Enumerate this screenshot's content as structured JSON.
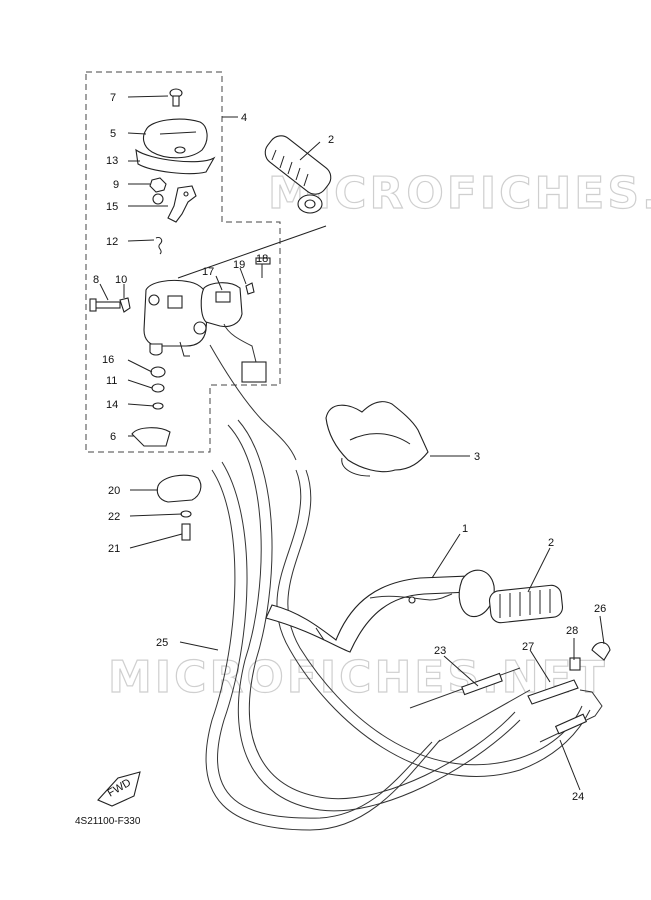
{
  "diagram_code": "4S21100-F330",
  "watermark": "MICROFICHES.NET",
  "fwd_label": "FWD",
  "callouts": [
    {
      "id": "7",
      "label": "7"
    },
    {
      "id": "4",
      "label": "4"
    },
    {
      "id": "5",
      "label": "5"
    },
    {
      "id": "2a",
      "label": "2"
    },
    {
      "id": "13",
      "label": "13"
    },
    {
      "id": "9",
      "label": "9"
    },
    {
      "id": "15",
      "label": "15"
    },
    {
      "id": "12",
      "label": "12"
    },
    {
      "id": "17",
      "label": "17"
    },
    {
      "id": "19",
      "label": "19"
    },
    {
      "id": "18",
      "label": "18"
    },
    {
      "id": "8",
      "label": "8"
    },
    {
      "id": "10",
      "label": "10"
    },
    {
      "id": "16",
      "label": "16"
    },
    {
      "id": "11",
      "label": "11"
    },
    {
      "id": "14",
      "label": "14"
    },
    {
      "id": "6",
      "label": "6"
    },
    {
      "id": "3",
      "label": "3"
    },
    {
      "id": "20",
      "label": "20"
    },
    {
      "id": "22",
      "label": "22"
    },
    {
      "id": "21",
      "label": "21"
    },
    {
      "id": "1",
      "label": "1"
    },
    {
      "id": "2b",
      "label": "2"
    },
    {
      "id": "26",
      "label": "26"
    },
    {
      "id": "28",
      "label": "28"
    },
    {
      "id": "25",
      "label": "25"
    },
    {
      "id": "23",
      "label": "23"
    },
    {
      "id": "27",
      "label": "27"
    },
    {
      "id": "24",
      "label": "24"
    }
  ]
}
